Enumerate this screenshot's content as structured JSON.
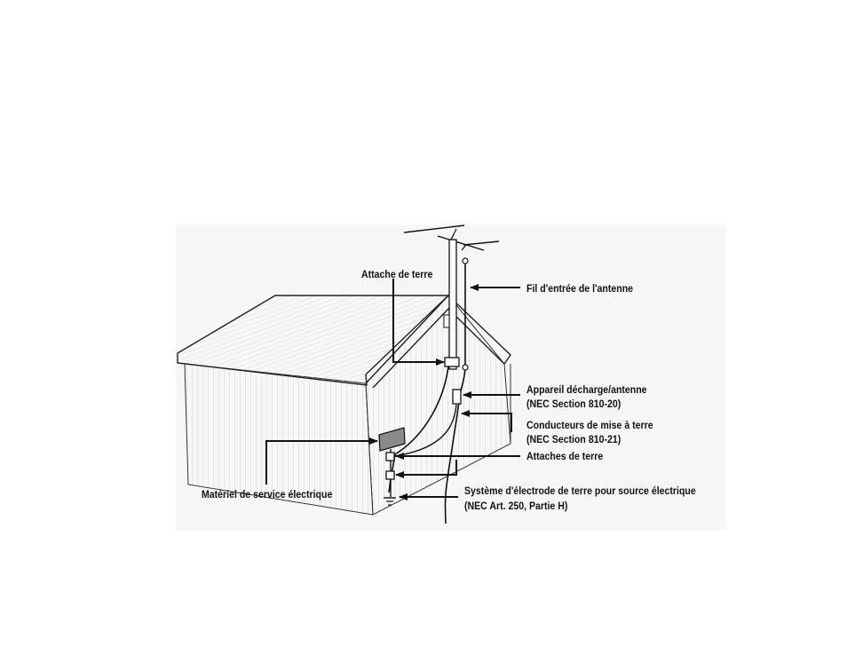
{
  "labels": {
    "ground_clamp": "Attache de terre",
    "antenna_lead_in": "Fil d'entrée de l'antenne",
    "discharge_unit": "Appareil décharge/antenne",
    "discharge_unit_ref": "(NEC Section 810-20)",
    "grounding_conductors": "Conducteurs de mise à terre",
    "grounding_conductors_ref": "(NEC Section 810-21)",
    "ground_clamps": "Attaches de terre",
    "service_equipment": "Matériel de service électrique",
    "electrode_system": "Système d'électrode de terre pour source électrique",
    "electrode_system_ref": "(NEC Art. 250, Partie H)"
  },
  "colors": {
    "ink": "#111111",
    "panel_background": "#f7f7f7",
    "service_box": "#8a8a8a"
  }
}
